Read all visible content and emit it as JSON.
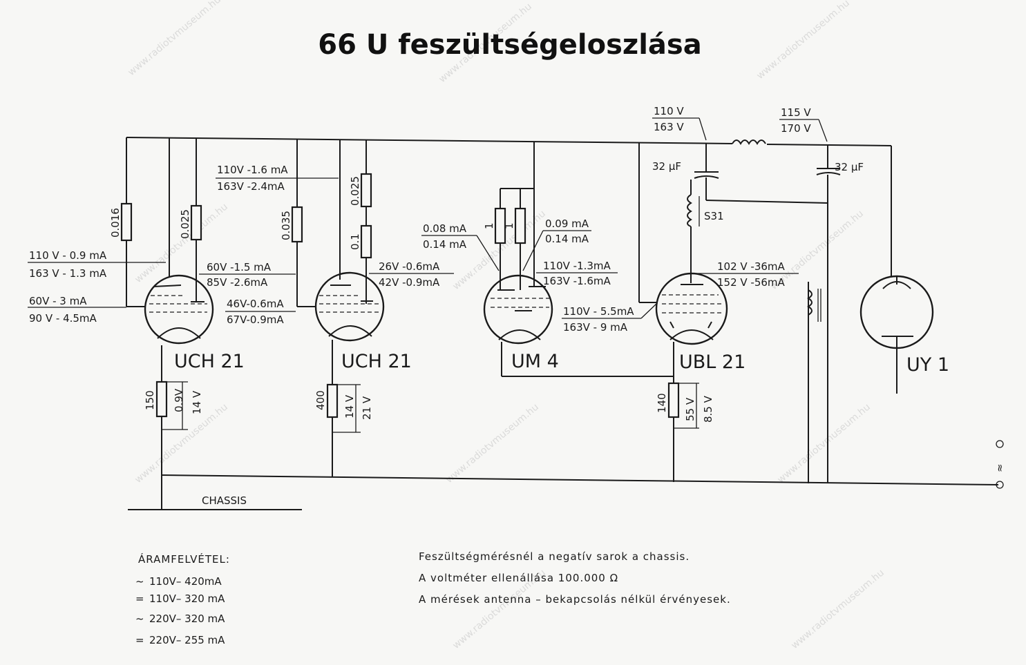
{
  "title": "66 U feszültségeloszlása",
  "watermark": "www.radiotvmuseum.hu",
  "tubes": [
    {
      "label": "UCH 21"
    },
    {
      "label": "UCH 21"
    },
    {
      "label": "UM 4"
    },
    {
      "label": "UBL 21"
    },
    {
      "label": "UY 1"
    }
  ],
  "resistors": {
    "r1": "0.016",
    "r2": "0.025",
    "r3": "0.035",
    "r4": "0.025",
    "r5": "0.1",
    "r6": "1",
    "r7": "1",
    "rk1": "150",
    "rk2": "400",
    "rk3": "140"
  },
  "cathode_voltages": {
    "k1_a": "0.9V",
    "k1_b": "14 V",
    "k2_a": "14 V",
    "k2_b": "21 V",
    "k3_a": "55 V",
    "k3_b": "8.5 V"
  },
  "measurements": {
    "m1_a": "110 V - 0.9 mA",
    "m1_b": "163 V - 1.3 mA",
    "m2_a": "60V - 3 mA",
    "m2_b": "90 V - 4.5mA",
    "m3_a": "60V -1.5 mA",
    "m3_b": "85V -2.6mA",
    "m4_a": "110V -1.6 mA",
    "m4_b": "163V -2.4mA",
    "m5_a": "46V-0.6mA",
    "m5_b": "67V-0.9mA",
    "m6_a": "26V -0.6mA",
    "m6_b": "42V -0.9mA",
    "m7_a": "0.08 mA",
    "m7_b": "0.14 mA",
    "m8_a": "0.09 mA",
    "m8_b": "0.14 mA",
    "m9_a": "110V -1.3mA",
    "m9_b": "163V -1.6mA",
    "m10_a": "110V - 5.5mA",
    "m10_b": "163V - 9 mA",
    "m11_a": "102 V -36mA",
    "m11_b": "152 V -56mA",
    "m12_a": "110 V",
    "m12_b": "163 V",
    "m13_a": "115 V",
    "m13_b": "170 V"
  },
  "capacitors": {
    "c1": "32 µF",
    "c2": "32 µF"
  },
  "choke_label": "S31",
  "mains_label": "≈",
  "chassis_label": "CHASSIS",
  "current_draw": {
    "title": "ÁRAMFELVÉTEL:",
    "rows": [
      {
        "sym": "~",
        "text": "110V– 420mA"
      },
      {
        "sym": "=",
        "text": "110V– 320 mA"
      },
      {
        "sym": "~",
        "text": "220V– 320 mA"
      },
      {
        "sym": "=",
        "text": "220V– 255 mA"
      }
    ]
  },
  "notes": [
    "Feszültségmérésnél a negatív sarok a chassis.",
    "A voltméter ellenállása 100.000 Ω",
    "A mérések antenna – bekapcsolás nélkül érvényesek."
  ]
}
